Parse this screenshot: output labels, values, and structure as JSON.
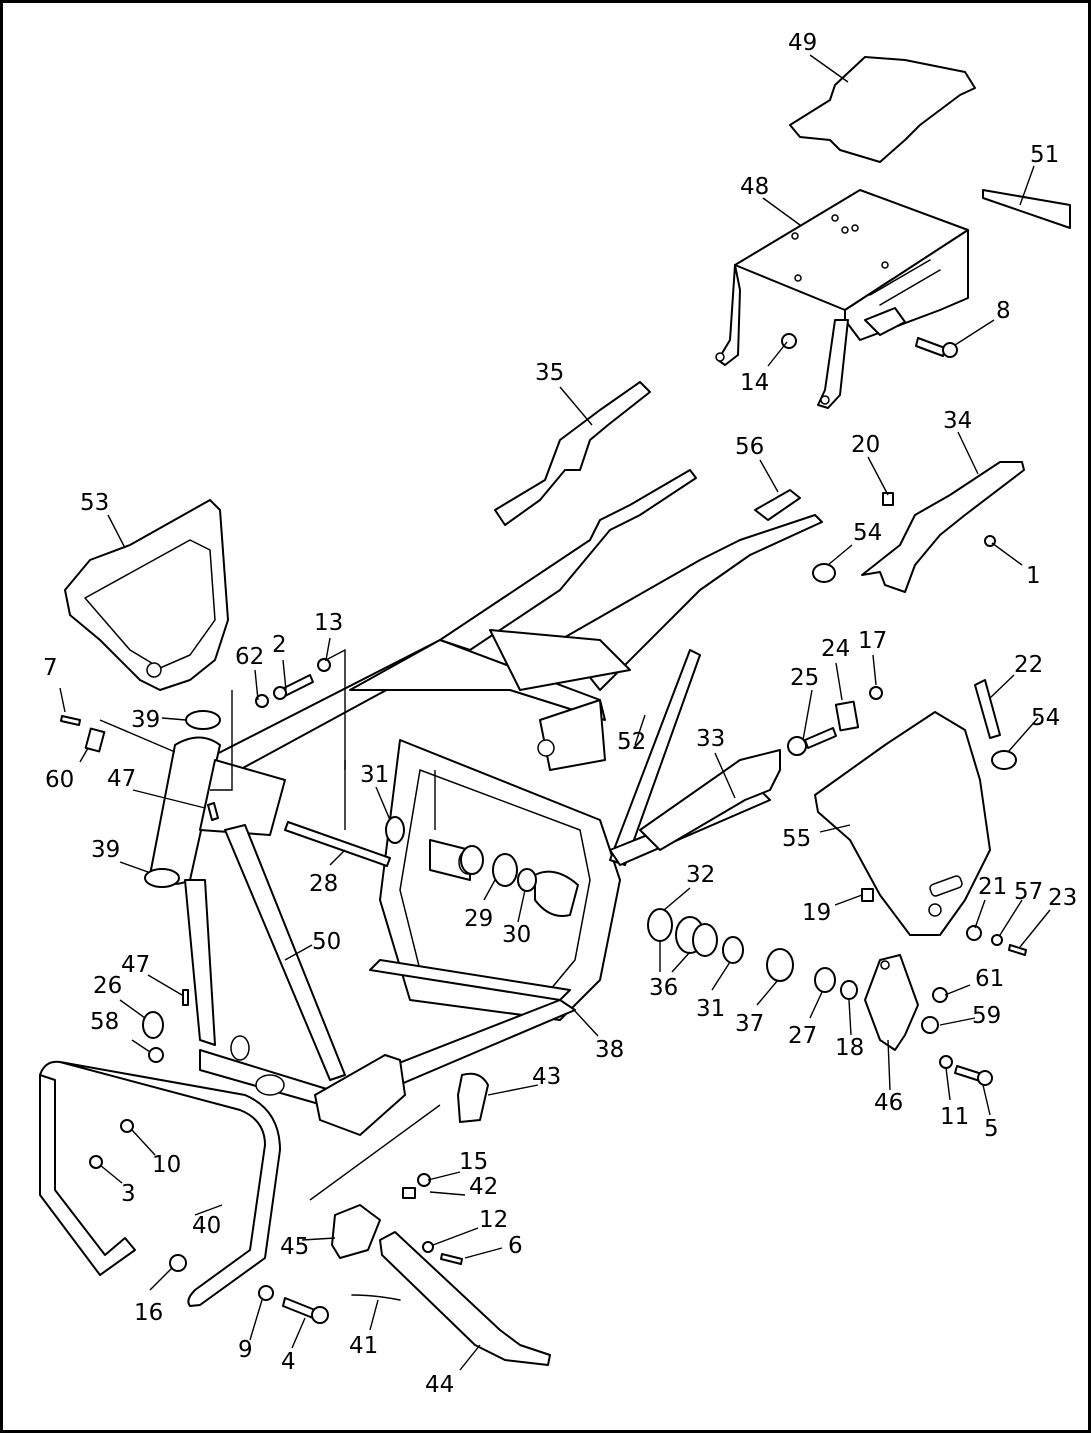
{
  "callouts": [
    {
      "id": "1",
      "text": "1"
    },
    {
      "id": "2",
      "text": "2"
    },
    {
      "id": "3",
      "text": "3"
    },
    {
      "id": "4",
      "text": "4"
    },
    {
      "id": "5",
      "text": "5"
    },
    {
      "id": "6",
      "text": "6"
    },
    {
      "id": "7",
      "text": "7"
    },
    {
      "id": "8",
      "text": "8"
    },
    {
      "id": "9",
      "text": "9"
    },
    {
      "id": "10",
      "text": "10"
    },
    {
      "id": "11",
      "text": "11"
    },
    {
      "id": "12",
      "text": "12"
    },
    {
      "id": "13",
      "text": "13"
    },
    {
      "id": "14",
      "text": "14"
    },
    {
      "id": "15",
      "text": "15"
    },
    {
      "id": "16",
      "text": "16"
    },
    {
      "id": "17",
      "text": "17"
    },
    {
      "id": "18",
      "text": "18"
    },
    {
      "id": "19",
      "text": "19"
    },
    {
      "id": "20",
      "text": "20"
    },
    {
      "id": "21",
      "text": "21"
    },
    {
      "id": "22",
      "text": "22"
    },
    {
      "id": "23",
      "text": "23"
    },
    {
      "id": "24",
      "text": "24"
    },
    {
      "id": "25",
      "text": "25"
    },
    {
      "id": "26",
      "text": "26"
    },
    {
      "id": "27",
      "text": "27"
    },
    {
      "id": "28",
      "text": "28"
    },
    {
      "id": "29",
      "text": "29"
    },
    {
      "id": "30",
      "text": "30"
    },
    {
      "id": "31a",
      "text": "31"
    },
    {
      "id": "31b",
      "text": "31"
    },
    {
      "id": "32",
      "text": "32"
    },
    {
      "id": "33",
      "text": "33"
    },
    {
      "id": "34",
      "text": "34"
    },
    {
      "id": "35",
      "text": "35"
    },
    {
      "id": "36",
      "text": "36"
    },
    {
      "id": "37",
      "text": "37"
    },
    {
      "id": "38",
      "text": "38"
    },
    {
      "id": "39a",
      "text": "39"
    },
    {
      "id": "39b",
      "text": "39"
    },
    {
      "id": "40",
      "text": "40"
    },
    {
      "id": "41",
      "text": "41"
    },
    {
      "id": "42",
      "text": "42"
    },
    {
      "id": "43",
      "text": "43"
    },
    {
      "id": "44",
      "text": "44"
    },
    {
      "id": "45",
      "text": "45"
    },
    {
      "id": "46",
      "text": "46"
    },
    {
      "id": "47a",
      "text": "47"
    },
    {
      "id": "47b",
      "text": "47"
    },
    {
      "id": "48",
      "text": "48"
    },
    {
      "id": "49",
      "text": "49"
    },
    {
      "id": "50",
      "text": "50"
    },
    {
      "id": "51",
      "text": "51"
    },
    {
      "id": "52",
      "text": "52"
    },
    {
      "id": "53",
      "text": "53"
    },
    {
      "id": "54a",
      "text": "54"
    },
    {
      "id": "54b",
      "text": "54"
    },
    {
      "id": "55",
      "text": "55"
    },
    {
      "id": "56",
      "text": "56"
    },
    {
      "id": "57",
      "text": "57"
    },
    {
      "id": "58",
      "text": "58"
    },
    {
      "id": "59",
      "text": "59"
    },
    {
      "id": "60",
      "text": "60"
    },
    {
      "id": "61",
      "text": "61"
    },
    {
      "id": "62",
      "text": "62"
    }
  ]
}
